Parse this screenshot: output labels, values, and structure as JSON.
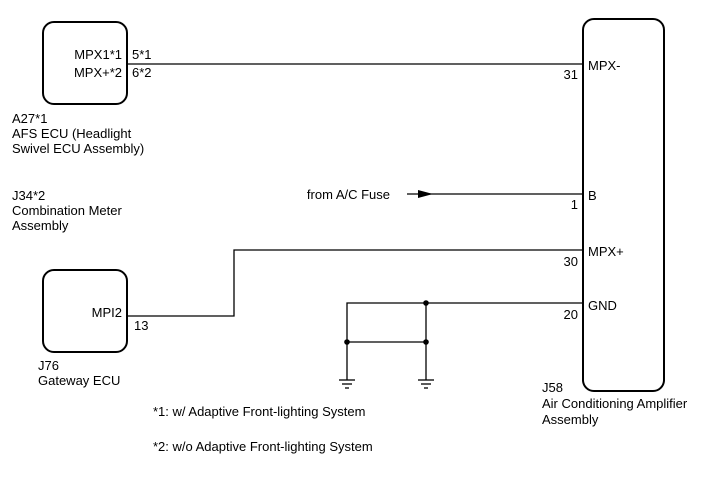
{
  "components": {
    "afs_ecu": {
      "pin1_label": "MPX1*1",
      "pin2_label": "MPX+*2",
      "pin1_num": "5*1",
      "pin2_num": "6*2",
      "ref": "A27*1",
      "name_line1": "AFS ECU (Headlight",
      "name_line2": "Swivel ECU Assembly)"
    },
    "combination_meter": {
      "ref": "J34*2",
      "name_line1": "Combination Meter",
      "name_line2": "Assembly"
    },
    "gateway_ecu": {
      "pin_label": "MPI2",
      "pin_num": "13",
      "ref": "J76",
      "name": "Gateway ECU"
    },
    "amplifier": {
      "ref": "J58",
      "name_line1": "Air Conditioning Amplifier",
      "name_line2": "Assembly",
      "pins": [
        {
          "label": "MPX-",
          "num": "31"
        },
        {
          "label": "B",
          "num": "1"
        },
        {
          "label": "MPX+",
          "num": "30"
        },
        {
          "label": "GND",
          "num": "20"
        }
      ]
    }
  },
  "source_label": "from A/C Fuse",
  "notes": [
    "*1: w/ Adaptive Front-lighting System",
    "*2: w/o Adaptive Front-lighting System"
  ]
}
